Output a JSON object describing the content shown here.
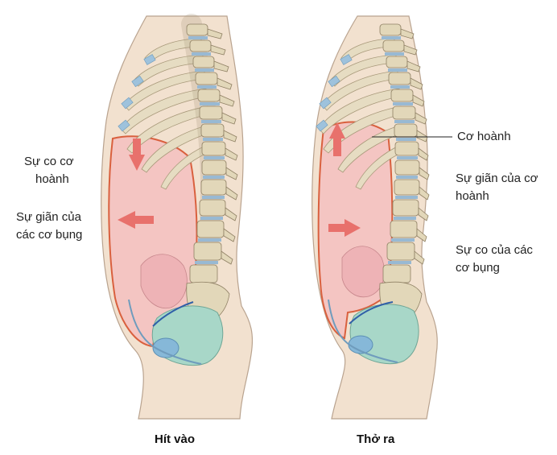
{
  "labels": {
    "inhale": {
      "diaphragm_contract": [
        "Sự co cơ",
        "hoành"
      ],
      "abdominal_relax": [
        "Sự giãn của",
        "các cơ bụng"
      ],
      "caption": "Hít vào"
    },
    "exhale": {
      "diaphragm_callout": "Cơ hoành",
      "diaphragm_relax": [
        "Sự giãn của cơ",
        "hoành"
      ],
      "abdominal_contract": [
        "Sự co của các",
        "cơ bụng"
      ],
      "caption": "Thở ra"
    }
  },
  "colors": {
    "skin": "#f2e1cf",
    "skin_outline": "#b9a38f",
    "cavity": "#f5bfbf",
    "cavity_outline": "#d9603e",
    "arrow": "#e8716c",
    "rib": "#e6dcc2",
    "cartilage": "#9ec2dc",
    "vertebra": "#e2d7b9",
    "disc": "#98b9d3",
    "pelvis": "#a8d7c8",
    "pelvic_floor": "#2f5fa8"
  },
  "icons": [
    "arrow-down-icon",
    "arrow-left-icon",
    "arrow-up-icon",
    "arrow-right-icon"
  ]
}
